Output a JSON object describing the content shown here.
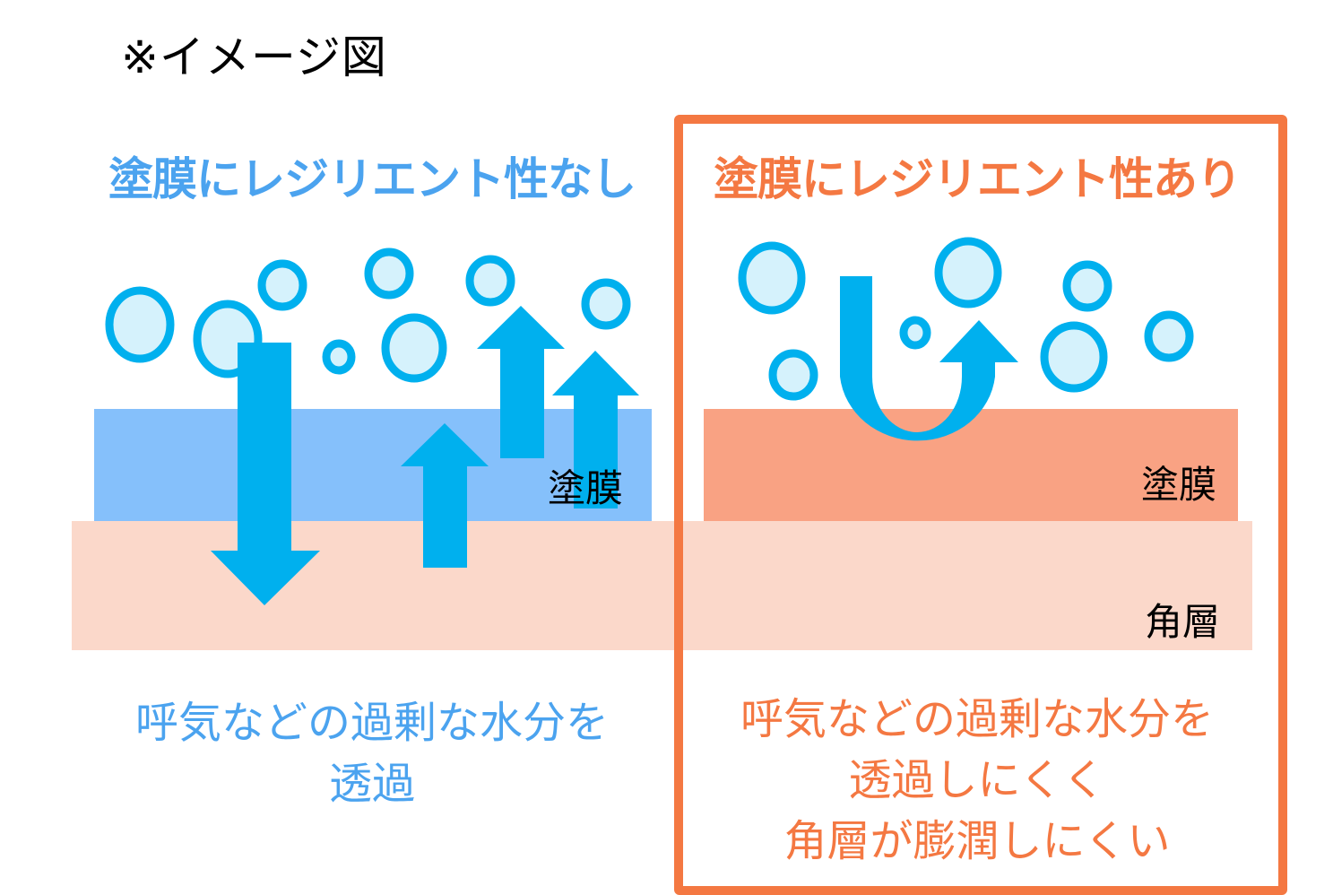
{
  "note": "※イメージ図",
  "colors": {
    "left_accent": "#4ba3ef",
    "right_accent": "#f47842",
    "coating_left": "#85c0fb",
    "coating_right": "#f9a283",
    "stratum_corneum": "#fbd8ca",
    "bubble_fill": "#d5f2fc",
    "bubble_stroke": "#00b0ee",
    "arrow": "#00b0ee"
  },
  "left_panel": {
    "title": "塗膜にレジリエント性なし",
    "coating_label": "塗膜",
    "caption_lines": [
      "呼気などの過剰な水分を",
      "透過"
    ]
  },
  "right_panel": {
    "title": "塗膜にレジリエント性あり",
    "coating_label": "塗膜",
    "stratum_label": "角層",
    "caption_lines": [
      "呼気などの過剰な水分を",
      "透過しにくく",
      "角層が膨潤しにくい"
    ]
  }
}
